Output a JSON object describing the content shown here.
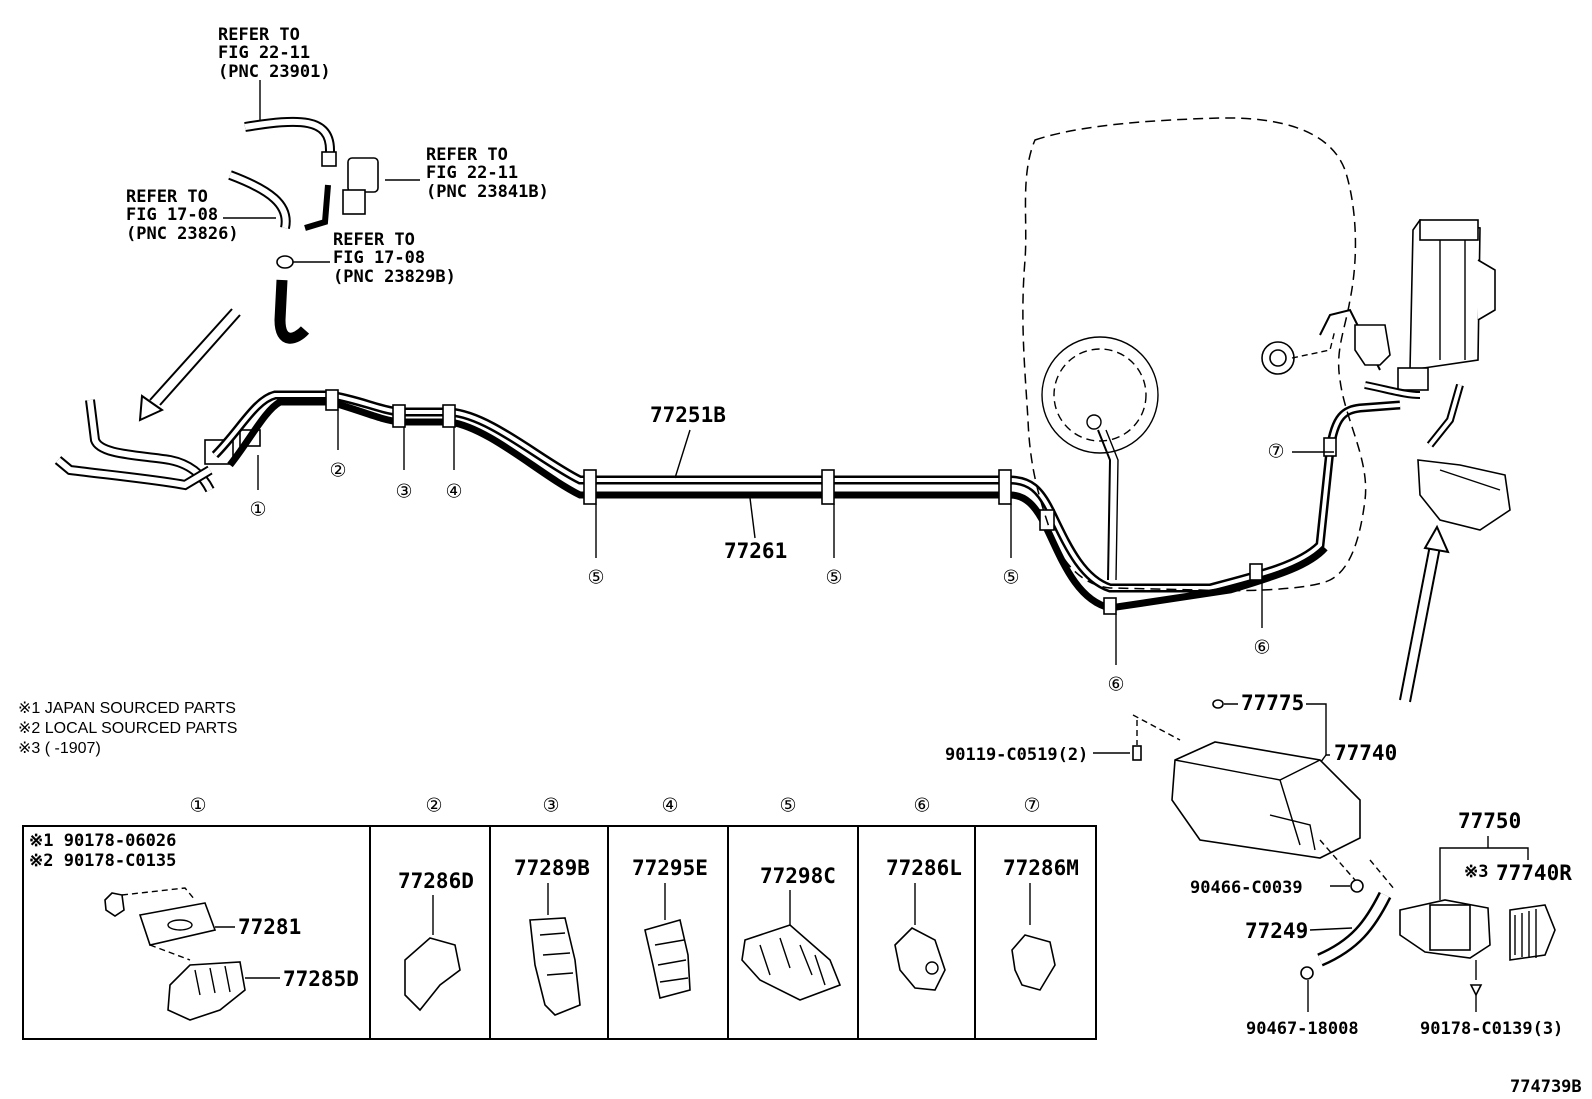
{
  "refs": [
    {
      "line1": "REFER TO",
      "line2": "FIG 22-11",
      "line3": "(PNC 23901)"
    },
    {
      "line1": "REFER TO",
      "line2": "FIG 22-11",
      "line3": "(PNC 23841B)"
    },
    {
      "line1": "REFER TO",
      "line2": "FIG 17-08",
      "line3": "(PNC 23826)"
    },
    {
      "line1": "REFER TO",
      "line2": "FIG 17-08",
      "line3": "(PNC 23829B)"
    }
  ],
  "labels": {
    "main_tube": "77251B",
    "return_tube": "77261",
    "canister_assy": "77740",
    "cap": "77775",
    "bolt": "90119-C0519(2)",
    "nut1": "90466-C0039",
    "hose": "77249",
    "clip": "90467-18008",
    "screw": "90178-C0139(3)",
    "valve_assy": "77750",
    "filter": "77740R",
    "filter_note": "※3"
  },
  "callouts": [
    "①",
    "②",
    "③",
    "④",
    "⑤",
    "⑤",
    "⑤",
    "⑥",
    "⑥",
    "⑦"
  ],
  "notes": [
    "※1  JAPAN SOURCED PARTS",
    "※2  LOCAL SOURCED PARTS",
    "※3  (       -1907)"
  ],
  "table": {
    "headers": [
      "①",
      "②",
      "③",
      "④",
      "⑤",
      "⑥",
      "⑦"
    ],
    "cell1": {
      "line1": "※1 90178-06026",
      "line2": "※2 90178-C0135",
      "part_a": "77281",
      "part_b": "77285D"
    },
    "parts": [
      "77286D",
      "77289B",
      "77295E",
      "77298C",
      "77286L",
      "77286M"
    ]
  },
  "figure_id": "774739B"
}
